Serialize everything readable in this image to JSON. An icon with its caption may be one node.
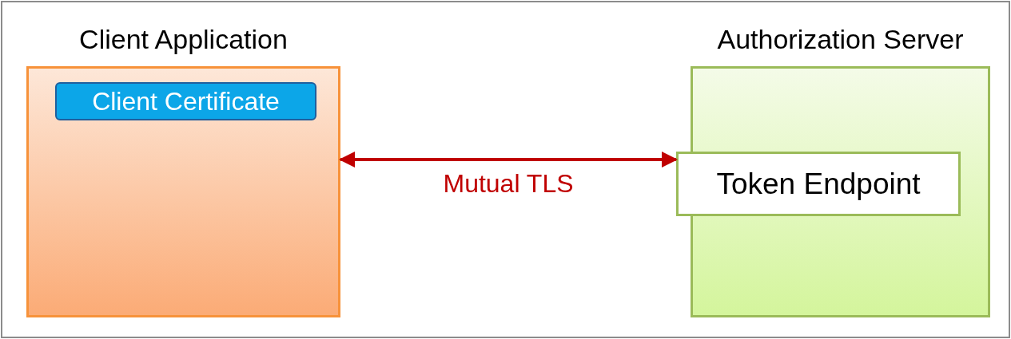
{
  "diagram": {
    "nodes": [
      {
        "text": [
          "Client Application"
        ]
      },
      {
        "text": [
          "Client Certificate"
        ],
        "in": 0
      },
      {
        "text": [
          "Authorization Server"
        ]
      },
      {
        "text": [
          "Token Endpoint"
        ],
        "in": 2
      }
    ],
    "edges": [
      {
        "from": 0,
        "to": 3,
        "arrow": "both",
        "label": "Mutual TLS"
      }
    ]
  }
}
